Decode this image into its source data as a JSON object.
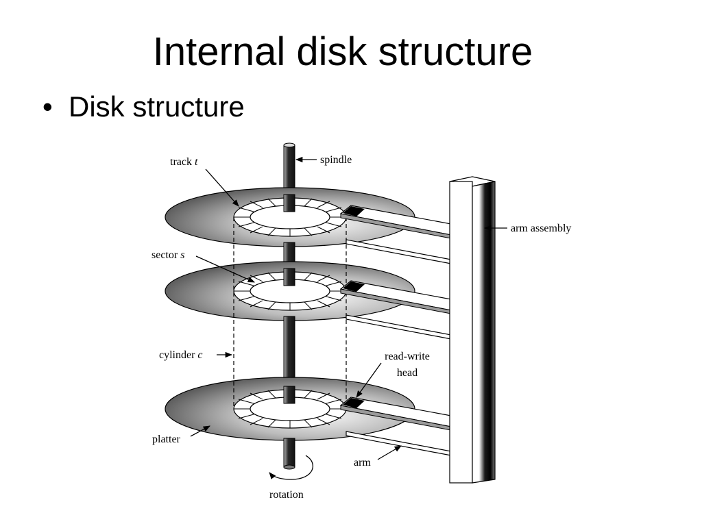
{
  "slide": {
    "title": "Internal disk structure",
    "bullets": [
      {
        "marker": "•",
        "text": "Disk structure"
      }
    ]
  },
  "diagram": {
    "labels": {
      "track": {
        "text": "track ",
        "var": "t"
      },
      "spindle": "spindle",
      "sector": {
        "text": "sector ",
        "var": "s"
      },
      "arm_assembly": "arm assembly",
      "cylinder": {
        "text": "cylinder ",
        "var": "c"
      },
      "read_write_head_line1": "read-write",
      "read_write_head_line2": "head",
      "platter": "platter",
      "arm": "arm",
      "rotation": "rotation"
    }
  }
}
